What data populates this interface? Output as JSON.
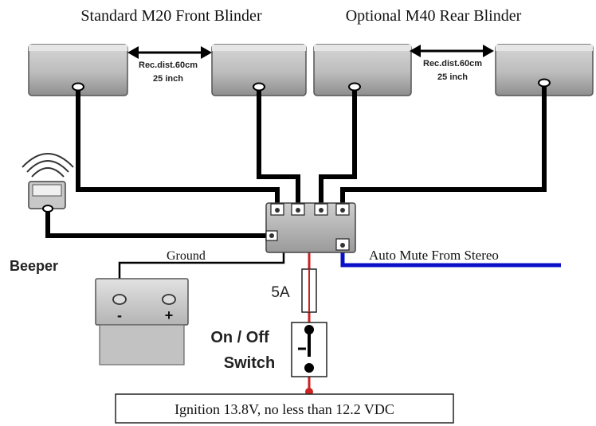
{
  "headings": {
    "front": "Standard M20 Front Blinder",
    "rear": "Optional M40 Rear Blinder"
  },
  "distance": {
    "front_line1": "Rec.dist.60cm",
    "front_line2": "25 inch",
    "rear_line1": "Rec.dist.60cm",
    "rear_line2": "25 inch"
  },
  "labels": {
    "beeper": "Beeper",
    "ground": "Ground",
    "automute": "Auto Mute From Stereo",
    "fuse": "5A",
    "switch_line1": "On / Off",
    "switch_line2": "Switch",
    "ignition": "Ignition 13.8V, no less than 12.2 VDC",
    "battery_minus": "-",
    "battery_plus": "+"
  },
  "colors": {
    "wire_black": "#000000",
    "wire_red": "#cc2222",
    "wire_blue": "#0a10c8",
    "device_gray": "#bdbdbd"
  }
}
